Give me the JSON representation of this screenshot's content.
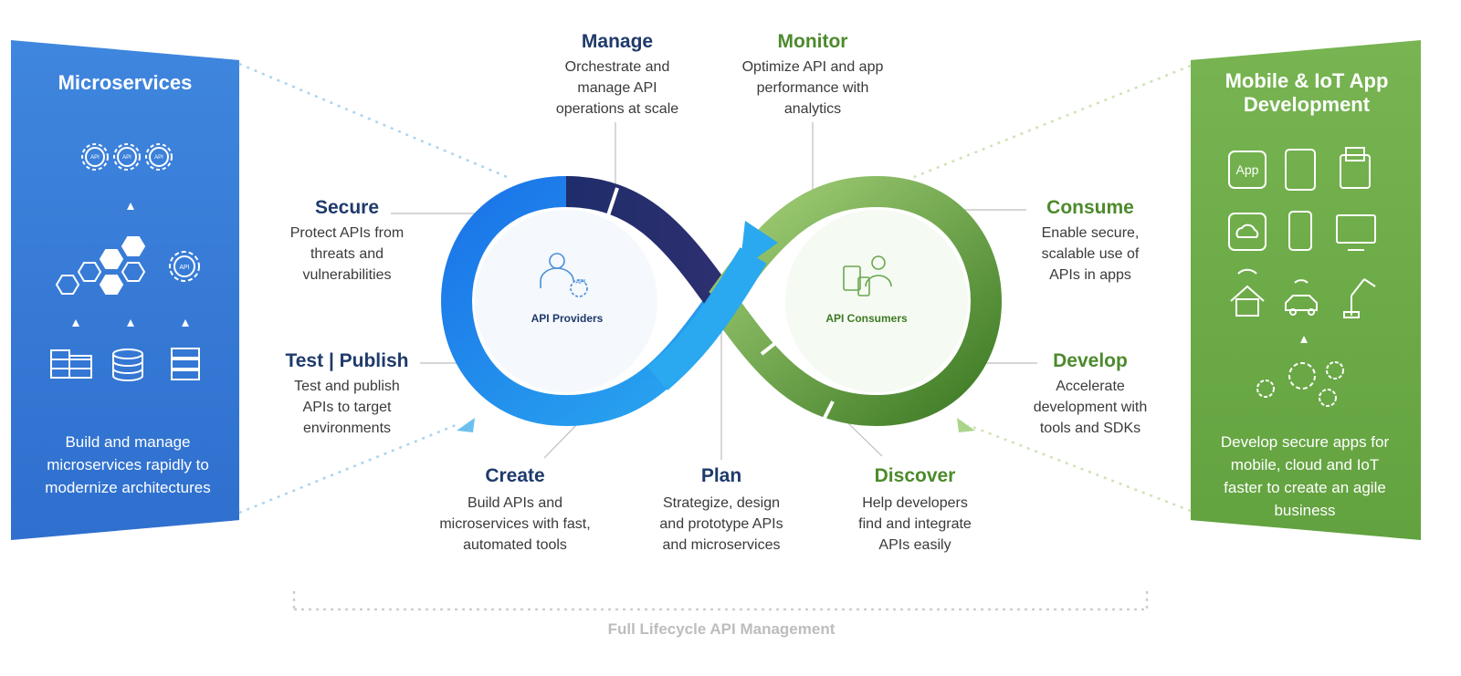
{
  "left_panel": {
    "title": "Microservices",
    "text": "Build and manage microservices rapidly to modernize architectures",
    "icons": [
      "api-gear-icon",
      "api-gear-icon",
      "api-gear-icon",
      "hexagon-cluster-icon",
      "api-gear-icon",
      "server-rack-icon",
      "database-icon",
      "server-stack-icon"
    ]
  },
  "right_panel": {
    "title": "Mobile & IoT App Development",
    "app_icon_label": "App",
    "text": "Develop secure apps for mobile, cloud and IoT faster to create an agile business",
    "icons": [
      "app-icon",
      "tablet-icon",
      "pos-terminal-icon",
      "cloud-icon",
      "phone-icon",
      "monitor-cloud-icon",
      "smart-home-icon",
      "connected-car-icon",
      "robot-arm-icon",
      "api-gears-cluster-icon"
    ]
  },
  "stages": {
    "manage": {
      "title": "Manage",
      "desc": [
        "Orchestrate and",
        "manage API",
        "operations at scale"
      ]
    },
    "monitor": {
      "title": "Monitor",
      "desc": [
        "Optimize API and app",
        "performance with",
        "analytics"
      ]
    },
    "secure": {
      "title": "Secure",
      "desc": [
        "Protect APIs from",
        "threats and",
        "vulnerabilities"
      ]
    },
    "test_publish": {
      "title": "Test | Publish",
      "desc": [
        "Test and publish",
        "APIs to target",
        "environments"
      ]
    },
    "create": {
      "title": "Create",
      "desc": [
        "Build APIs and",
        "microservices with fast,",
        "automated tools"
      ]
    },
    "plan": {
      "title": "Plan",
      "desc": [
        "Strategize, design",
        "and prototype APIs",
        "and microservices"
      ]
    },
    "discover": {
      "title": "Discover",
      "desc": [
        "Help developers",
        "find and integrate",
        "APIs easily"
      ]
    },
    "consume": {
      "title": "Consume",
      "desc": [
        "Enable secure,",
        "scalable use of",
        "APIs in apps"
      ]
    },
    "develop": {
      "title": "Develop",
      "desc": [
        "Accelerate",
        "development with",
        "tools and SDKs"
      ]
    }
  },
  "center": {
    "providers_label": "API Providers",
    "consumers_label": "API Consumers",
    "api_badge": "API"
  },
  "footer": {
    "label": "Full Lifecycle API Management"
  },
  "colors": {
    "blue_dark": "#1f2d6b",
    "blue_mid": "#1a73e8",
    "blue_light": "#2aa8f0",
    "green_dark": "#3d7a24",
    "green_light": "#8cc63f",
    "heading_blue": "#1f3a6b",
    "heading_green": "#4c8a2c"
  }
}
